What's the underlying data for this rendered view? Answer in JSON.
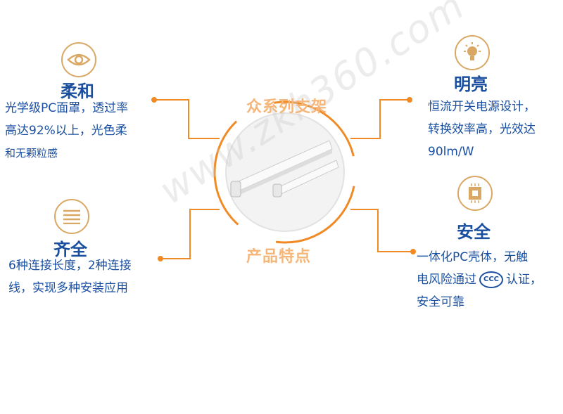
{
  "center": {
    "top_title": "众系列支架",
    "bottom_title": "产品特点"
  },
  "features": [
    {
      "title": "柔和",
      "icon": "eye-icon",
      "lines": [
        "光学级PC面罩，透过率",
        "高达92%以上，光色柔",
        "和无颗粒感"
      ]
    },
    {
      "title": "明亮",
      "icon": "lightbulb-icon",
      "lines": [
        "恒流开关电源设计，",
        "转换效率高，光效达",
        "90lm/W"
      ]
    },
    {
      "title": "齐全",
      "icon": "lines-icon",
      "lines": [
        "6种连接长度，2种连接",
        "线，实现多种安装应用"
      ]
    },
    {
      "title": "安全",
      "icon": "chip-icon",
      "lines": [
        "一体化PC壳体，无触",
        "电风险通过",
        "认证，",
        "安全可靠"
      ],
      "cert": "CCC"
    }
  ],
  "watermark": "www.zkh360.com",
  "colors": {
    "accent": "#f08a24",
    "text": "#1a4fa0",
    "icon": "#d9a865"
  }
}
